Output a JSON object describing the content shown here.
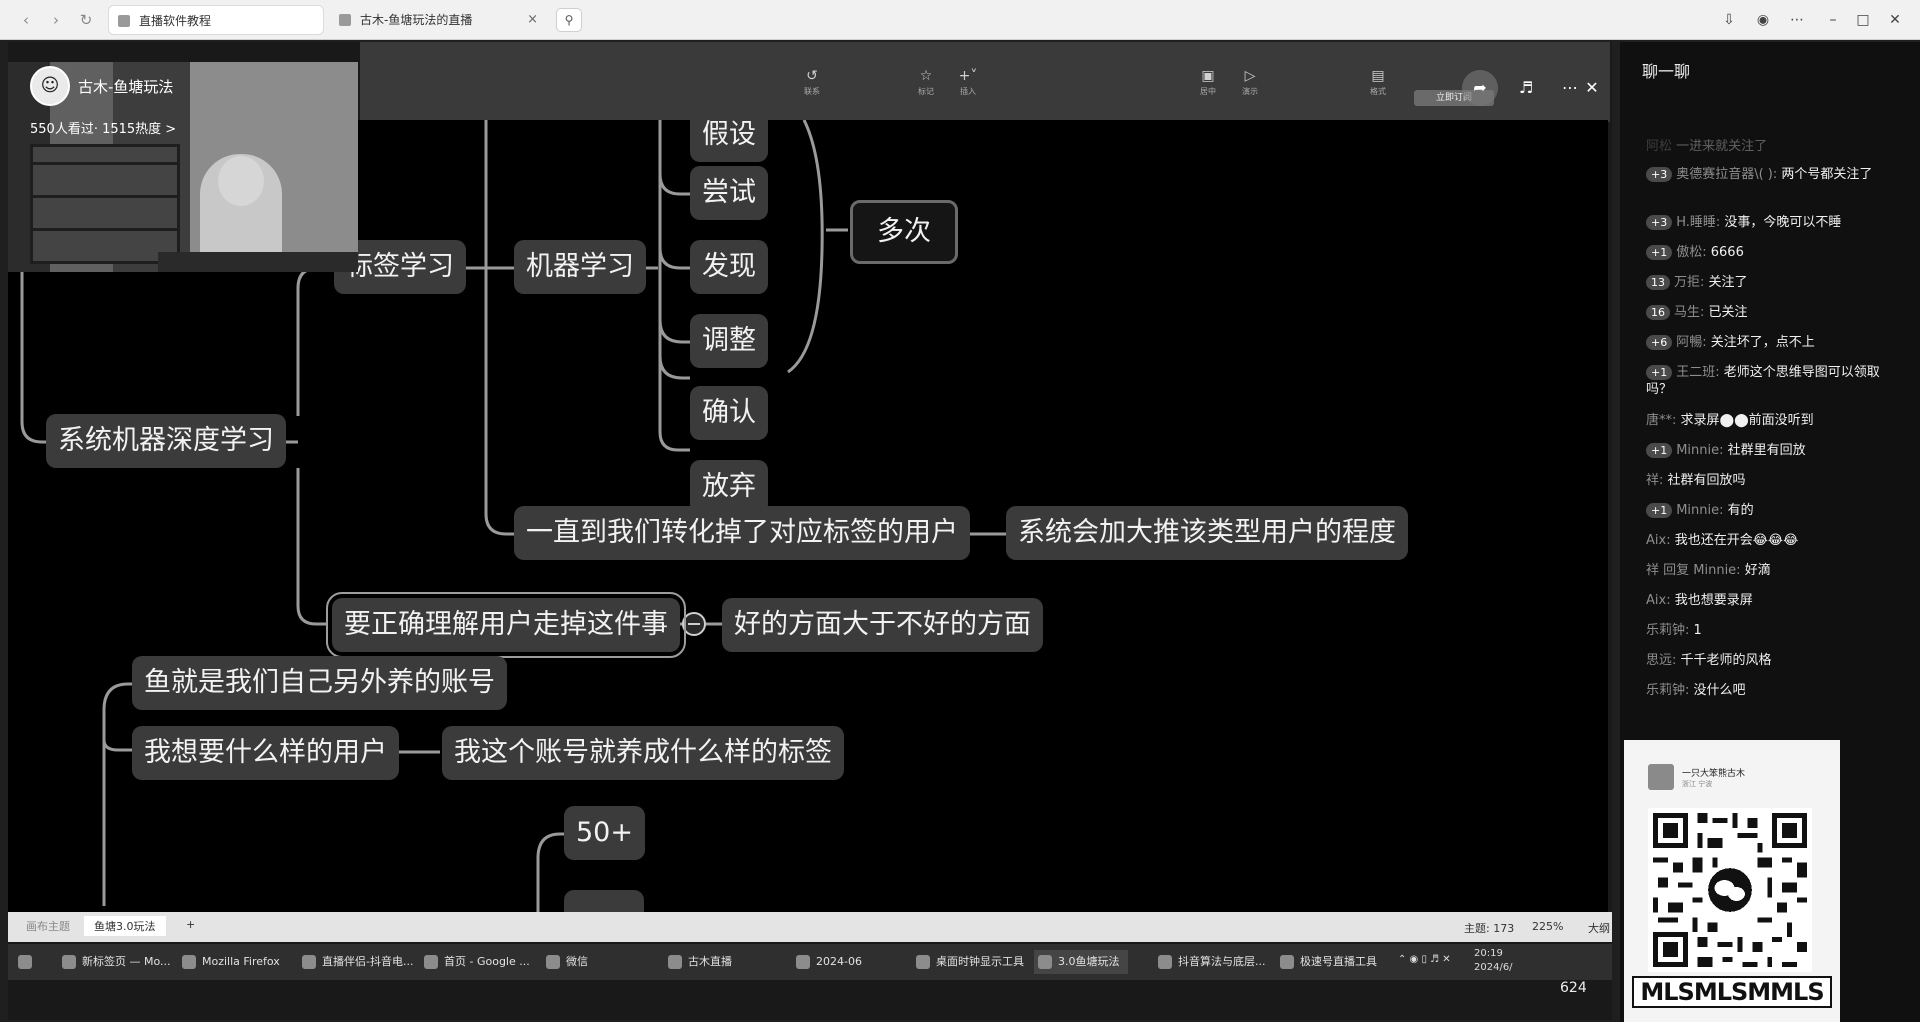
{
  "browser": {
    "tabs": [
      {
        "label": "直播软件教程"
      },
      {
        "label": "古木-鱼塘玩法的直播"
      }
    ],
    "close_glyph": "×",
    "nav_icons": [
      "back-icon",
      "forward-icon",
      "reload-icon"
    ],
    "search_icon": "search-icon"
  },
  "stream": {
    "host_name": "古木-鱼塘玩法",
    "stats": "550人看过· 1515热度 >",
    "overlay_icons": [
      "share-icon",
      "volume-icon",
      "more-icon",
      "close-icon"
    ]
  },
  "mindmap": {
    "nodes": [
      {
        "id": "n1",
        "label": "标签学习"
      },
      {
        "id": "n2",
        "label": "机器学习"
      },
      {
        "id": "n3",
        "label": "假设"
      },
      {
        "id": "n4",
        "label": "尝试"
      },
      {
        "id": "n5",
        "label": "发现"
      },
      {
        "id": "n6",
        "label": "调整"
      },
      {
        "id": "n7",
        "label": "确认"
      },
      {
        "id": "n8",
        "label": "放弃"
      },
      {
        "id": "n9",
        "label": "多次"
      },
      {
        "id": "n10",
        "label": "系统机器深度学习"
      },
      {
        "id": "n11",
        "label": "一直到我们转化掉了对应标签的用户"
      },
      {
        "id": "n12",
        "label": "系统会加大推该类型用户的程度"
      },
      {
        "id": "n13",
        "label": "要正确理解用户走掉这件事"
      },
      {
        "id": "n14",
        "label": "好的方面大于不好的方面"
      },
      {
        "id": "n15",
        "label": "鱼就是我们自己另外养的账号"
      },
      {
        "id": "n16",
        "label": "我想要什么样的用户"
      },
      {
        "id": "n17",
        "label": "我这个账号就养成什么样的标签"
      },
      {
        "id": "n18",
        "label": "50+"
      }
    ],
    "toolbar": [
      {
        "label": "联系"
      },
      {
        "label": "标记"
      },
      {
        "label": "插入"
      },
      {
        "label": "居中"
      },
      {
        "label": "演示"
      },
      {
        "label": "格式"
      }
    ],
    "subscribe_label": "立即订阅"
  },
  "status_bar": {
    "sheets": [
      "画布主题",
      "鱼塘3.0玩法"
    ],
    "add": "+",
    "topic_count": "主题: 173",
    "zoom": "225%",
    "mode": "大纲"
  },
  "taskbar": {
    "items": [
      "新标签页 — Mo...",
      "Mozilla Firefox",
      "直播伴侣-抖音电...",
      "首页 - Google ...",
      "微信",
      "古木直播",
      "2024-06",
      "桌面时钟显示工具",
      "3.0鱼塘玩法",
      "抖音算法与底层...",
      "极速号直播工具"
    ],
    "time": "20:19",
    "date": "2024/6/",
    "viewer_count": "624"
  },
  "chat": {
    "title": "聊一聊",
    "messages": [
      {
        "badge": "",
        "user": "阿松",
        "text": "一进来就关注了",
        "faded": true
      },
      {
        "badge": "+3",
        "user": "奥德赛拉音器\\( ):",
        "text": "两个号都关注了"
      },
      {
        "badge": "+3",
        "user": "H.睡睡:",
        "text": "没事，今晚可以不睡"
      },
      {
        "badge": "+1",
        "user": "傲松:",
        "text": "6666"
      },
      {
        "badge": "13",
        "user": "万拒:",
        "text": "关注了"
      },
      {
        "badge": "16",
        "user": "马生:",
        "text": "已关注"
      },
      {
        "badge": "+6",
        "user": "阿暢:",
        "text": "关注坏了，点不上"
      },
      {
        "badge": "+1",
        "user": "王二班:",
        "text": "老师这个思维导图可以领取吗？"
      },
      {
        "badge": "",
        "user": "唐**:",
        "text": "求录屏⬤⬤前面没听到"
      },
      {
        "badge": "+1",
        "user": "Minnie:",
        "text": "社群里有回放"
      },
      {
        "badge": "",
        "user": "祥:",
        "text": "社群有回放吗"
      },
      {
        "badge": "+1",
        "user": "Minnie:",
        "text": "有的"
      },
      {
        "badge": "",
        "user": "Aix:",
        "text": "我也还在开会😂😂😂"
      },
      {
        "badge": "",
        "user": "祥 回复 Minnie:",
        "text": "好滴"
      },
      {
        "badge": "",
        "user": "Aix:",
        "text": "我也想要录屏"
      },
      {
        "badge": "",
        "user": "乐莉钟:",
        "text": "1"
      },
      {
        "badge": "",
        "user": "思远:",
        "text": "千千老师的风格"
      },
      {
        "badge": "",
        "user": "乐莉钟:",
        "text": "没什么吧"
      }
    ]
  },
  "qr_card": {
    "name": "一只大笨熊古木",
    "sub": "浙江 宁波",
    "caption": "MLSMLSMMLS"
  }
}
